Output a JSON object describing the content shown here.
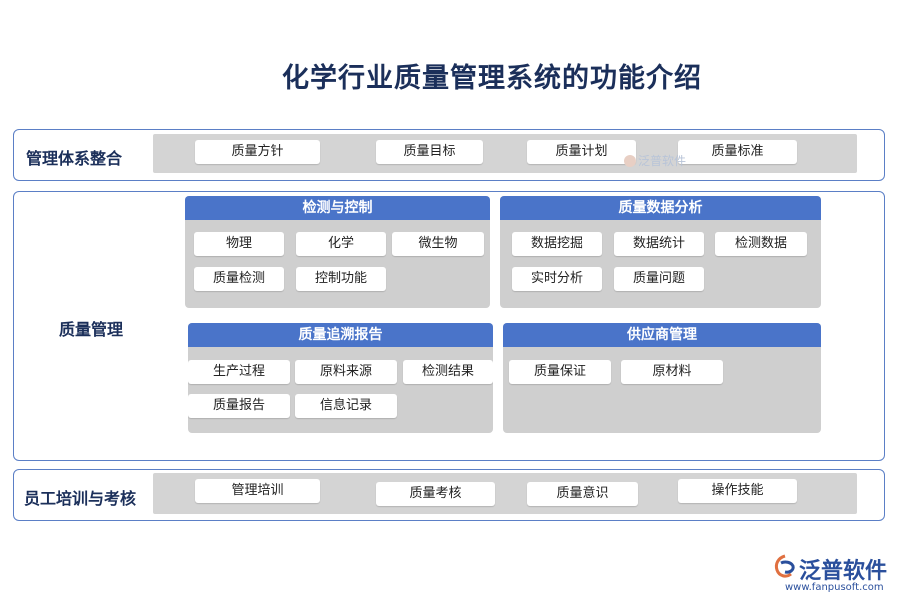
{
  "title": "化学行业质量管理系统的功能介绍",
  "top_panel": {
    "label": "管理体系整合",
    "items": [
      "质量方针",
      "质量目标",
      "质量计划",
      "质量标准"
    ]
  },
  "middle_panel": {
    "label": "质量管理",
    "boxes": [
      {
        "title": "检测与控制",
        "items": [
          "物理",
          "化学",
          "微生物",
          "质量检测",
          "控制功能"
        ]
      },
      {
        "title": "质量数据分析",
        "items": [
          "数据挖掘",
          "数据统计",
          "检测数据",
          "实时分析",
          "质量问题"
        ]
      },
      {
        "title": "质量追溯报告",
        "items": [
          "生产过程",
          "原料来源",
          "检测结果",
          "质量报告",
          "信息记录"
        ]
      },
      {
        "title": "供应商管理",
        "items": [
          "质量保证",
          "原材料"
        ]
      }
    ]
  },
  "bottom_panel": {
    "label": "员工培训与考核",
    "items": [
      "管理培训",
      "质量考核",
      "质量意识",
      "操作技能"
    ]
  },
  "watermark": "泛普软件",
  "logo": {
    "name": "泛普软件",
    "url": "www.fanpusoft.com"
  },
  "colors": {
    "accent": "#4a74c9",
    "border": "#5b7fc6",
    "title": "#1b2f5a",
    "strip": "#d4d4d4"
  }
}
